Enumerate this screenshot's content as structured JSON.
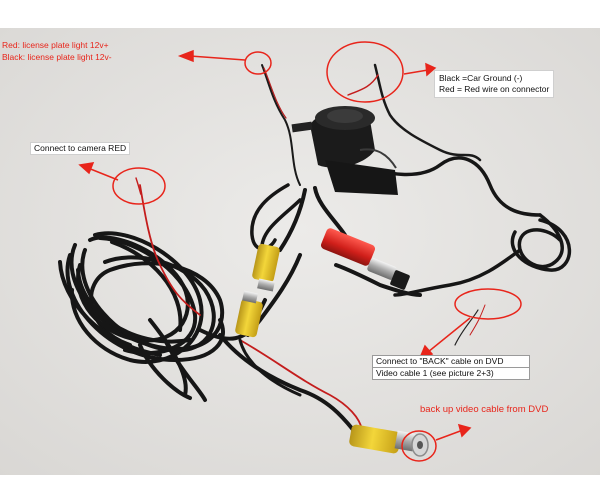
{
  "colors": {
    "annotation_red": "#e8251b",
    "background": "#e6e4e2",
    "cable_black": "#141414",
    "wire_red": "#c41d1d",
    "rca_yellow": "#e5c21a"
  },
  "annotations": {
    "license_red": "Red: license plate light 12v+",
    "license_black": "Black: license plate light 12v-",
    "ground_black": "Black  =Car Ground (-)",
    "ground_red": "Red = Red wire on connector",
    "camera_red": "Connect to camera RED",
    "back_cable": "Connect to \"BACK\" cable on DVD",
    "video_cable": "Video cable 1 (see picture 2+3)",
    "backup_video": "back up video cable from DVD"
  }
}
